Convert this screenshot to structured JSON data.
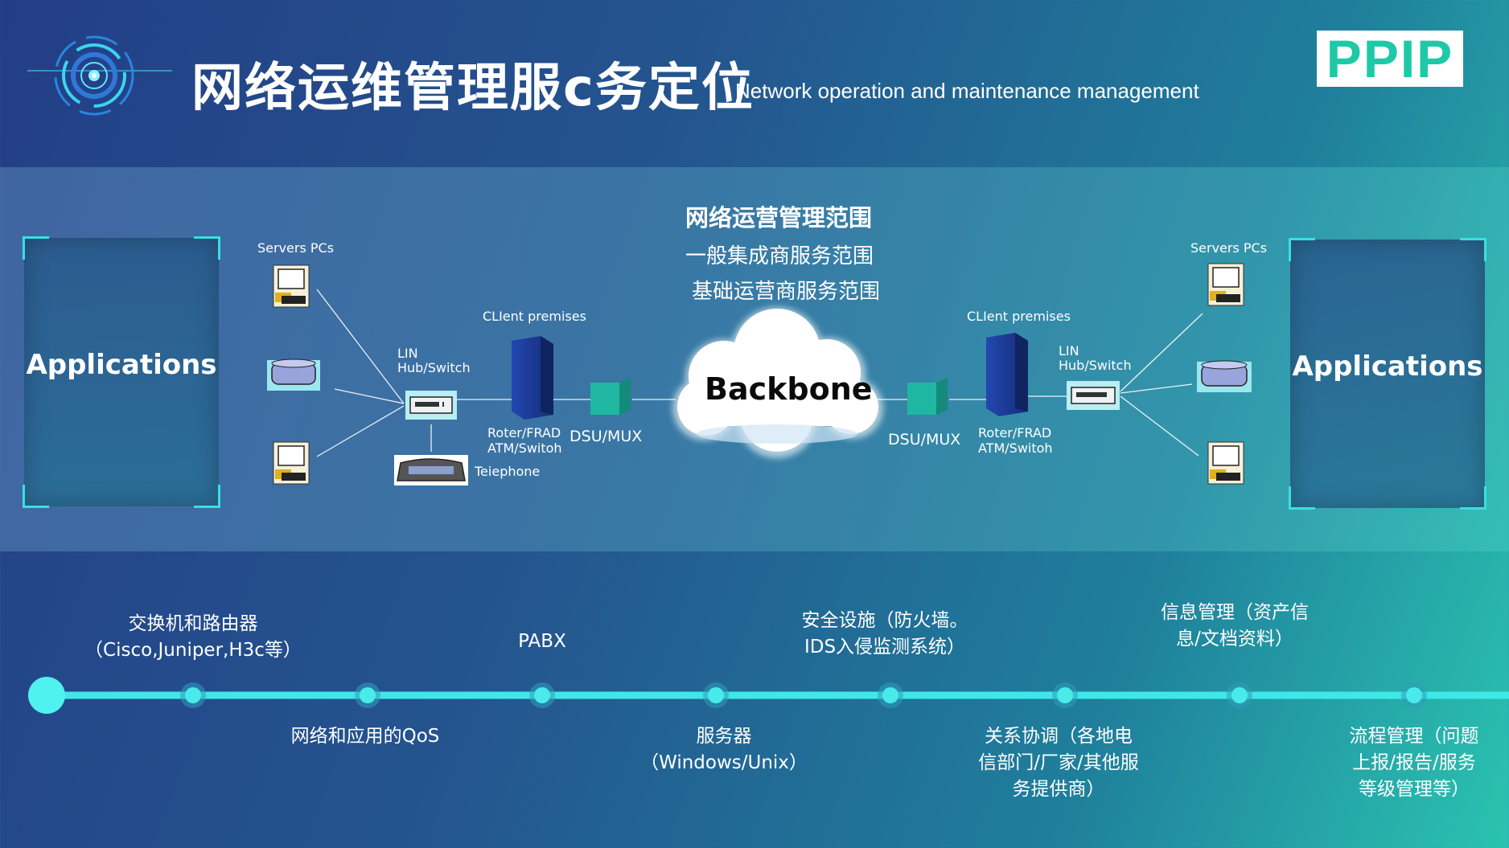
{
  "header": {
    "title_cn": "网络运维管理服c务定位",
    "title_en": "Network operation and maintenance management",
    "logo_text": "PPIP"
  },
  "diagram": {
    "scope_title": "网络运营管理范围",
    "scope_line1": "一般集成商服务范围",
    "scope_line2": "基础运营商服务范围",
    "left": {
      "app_label": "Applications",
      "servers_label": "Servers PCs",
      "hub_label_1": "LIN",
      "hub_label_2": "Hub/Switch",
      "premises_label": "CLIent premises",
      "router_label_1": "Roter/FRAD",
      "router_label_2": "ATM/Switoh",
      "dsu_label": "DSU/MUX",
      "phone_label": "Teiephone"
    },
    "backbone_label": "Backbone",
    "right": {
      "app_label": "Applications",
      "servers_label": "Servers PCs",
      "hub_label_1": "LIN",
      "hub_label_2": "Hub/Switch",
      "premises_label": "CLIent premises",
      "router_label_1": "Roter/FRAD",
      "router_label_2": "ATM/Switoh",
      "dsu_label": "DSU/MUX"
    },
    "colors": {
      "accent": "#3ee6e6",
      "timeline": "#3ee8e8",
      "server_blue": "#1c3f9c",
      "dsu_teal": "#1fb3a0"
    }
  },
  "timeline": {
    "above": [
      {
        "line1": "交换机和路由器",
        "line2": "（Cisco,Juniper,H3c等）",
        "line3": ""
      },
      {
        "line1": "PABX",
        "line2": "",
        "line3": ""
      },
      {
        "line1": "安全设施（防火墙。",
        "line2": "IDS入侵监测系统）",
        "line3": ""
      },
      {
        "line1": "信息管理（资产信",
        "line2": "息/文档资料）",
        "line3": ""
      }
    ],
    "below": [
      {
        "line1": "网络和应用的QoS",
        "line2": "",
        "line3": ""
      },
      {
        "line1": "服务器",
        "line2": "（Windows/Unix）",
        "line3": ""
      },
      {
        "line1": "关系协调（各地电",
        "line2": "信部门/厂家/其他服",
        "line3": "务提供商）"
      },
      {
        "line1": "流程管理（问题",
        "line2": "上报/报告/服务",
        "line3": "等级管理等）"
      }
    ]
  }
}
